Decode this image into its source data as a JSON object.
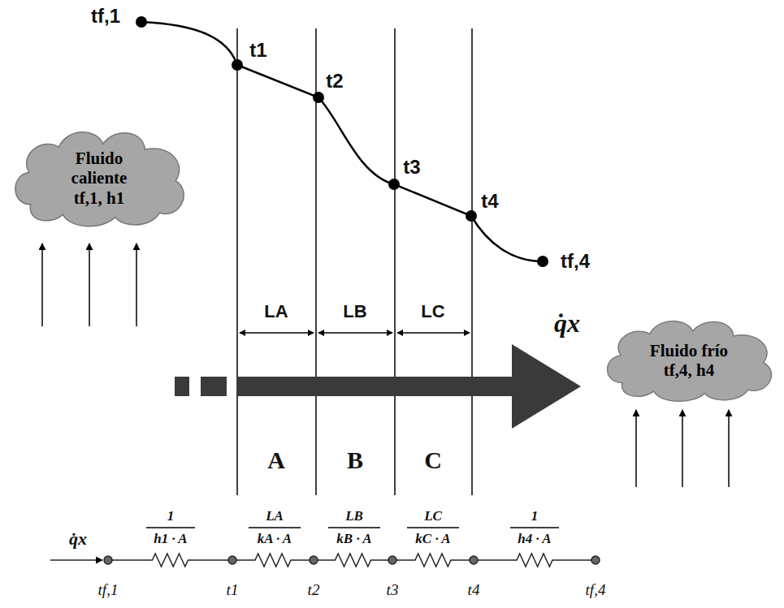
{
  "diagram": {
    "nodes": [
      {
        "text": [
          "Fluido caliente",
          "tf,1, h1"
        ]
      },
      {
        "text": [
          "Fluido frío",
          "tf,4, h4"
        ]
      }
    ],
    "labels": [
      "tf,1",
      "t1",
      "t2",
      "t3",
      "t4",
      "tf,4",
      "LA",
      "LB",
      "LC",
      "q̇x",
      "A",
      "B",
      "C",
      "q̇x",
      "1",
      "h1 · A",
      "LA",
      "kA · A",
      "LB",
      "kB · A",
      "LC",
      "kC · A",
      "1",
      "h4 · A",
      "tf,1",
      "t1",
      "t2",
      "t3",
      "t4",
      "tf,4"
    ]
  }
}
